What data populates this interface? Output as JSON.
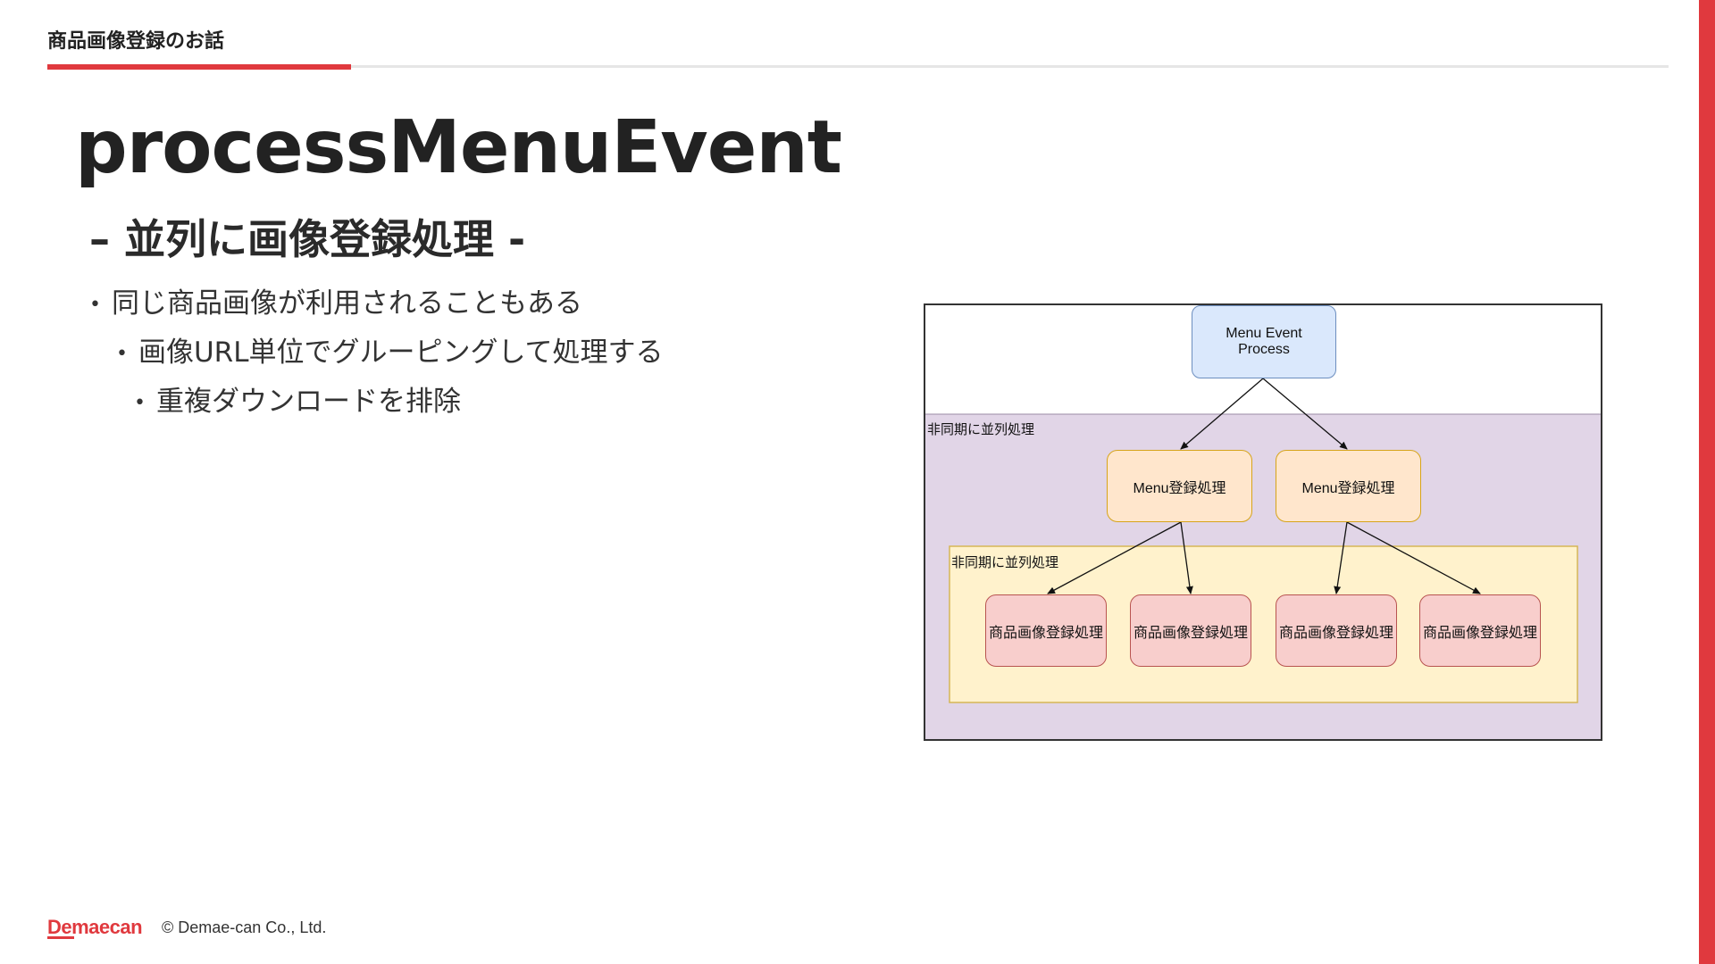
{
  "header": {
    "section_label": "商品画像登録のお話"
  },
  "title": "processMenuEvent",
  "subtitle": "– 並列に画像登録処理 -",
  "bullets": [
    {
      "level": 1,
      "text": "同じ商品画像が利用されることもある"
    },
    {
      "level": 2,
      "text": "画像URL単位でグルーピングして処理する"
    },
    {
      "level": 3,
      "text": "重複ダウンロードを排除"
    }
  ],
  "diagram": {
    "root": "Menu Event\nProcess",
    "outer_group_label": "非同期に並列処理",
    "inner_group_label": "非同期に並列処理",
    "menu_nodes": [
      "Menu登録処理",
      "Menu登録処理"
    ],
    "image_nodes": [
      "商品画像登録処理",
      "商品画像登録処理",
      "商品画像登録処理",
      "商品画像登録処理"
    ],
    "colors": {
      "root_fill": "#dae8fc",
      "root_stroke": "#6c8ebf",
      "outer_group_fill": "#e1d5e7",
      "inner_group_fill": "#fff2cc",
      "inner_group_stroke": "#d6b656",
      "menu_fill": "#ffe6cc",
      "menu_stroke": "#d79b00",
      "image_fill": "#f8cecc",
      "image_stroke": "#b85450"
    }
  },
  "footer": {
    "logo": "Demaecan",
    "copyright": "© Demae-can Co., Ltd."
  },
  "brand_color": "#e0393e"
}
